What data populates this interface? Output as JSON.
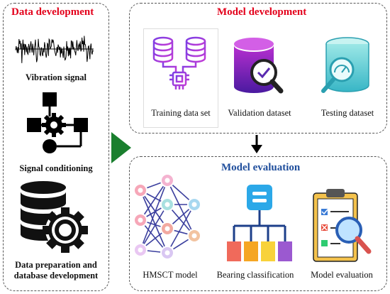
{
  "left_panel": {
    "title": "Data development",
    "items": [
      {
        "label": "Vibration signal",
        "icon": "waveform-icon"
      },
      {
        "label": "Signal conditioning",
        "icon": "flowchart-gear-icon"
      },
      {
        "label": "Data preparation and database development",
        "icon": "database-gear-icon"
      }
    ]
  },
  "model_dev_panel": {
    "title": "Model development",
    "items": [
      {
        "label": "Training data set",
        "icon": "databases-chip-icon"
      },
      {
        "label": "Validation dataset",
        "icon": "database-search-check-icon"
      },
      {
        "label": "Testing dataset",
        "icon": "database-gauge-magnifier-icon"
      }
    ]
  },
  "model_eval_panel": {
    "title": "Model evaluation",
    "items": [
      {
        "label": "HMSCT model",
        "icon": "neural-network-icon"
      },
      {
        "label": "Bearing classification",
        "icon": "hierarchy-icon"
      },
      {
        "label": "Model evaluation",
        "icon": "clipboard-magnifier-icon"
      }
    ]
  },
  "colors": {
    "title_red": "#e3001b",
    "title_blue": "#1f4e9c",
    "arrow_green": "#1a7f2e",
    "arrow_black": "#000000"
  }
}
